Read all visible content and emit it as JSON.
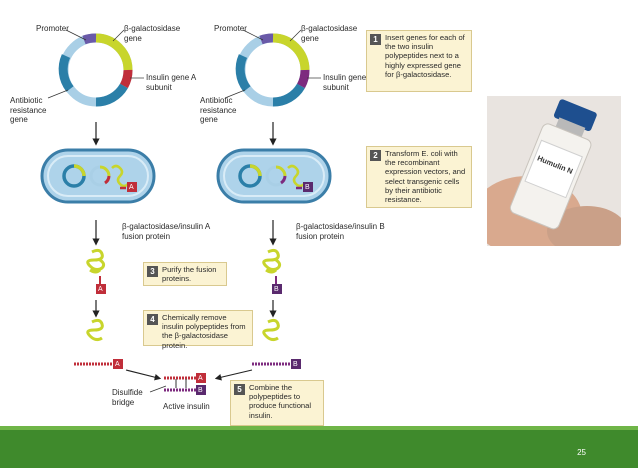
{
  "diagram": {
    "plasmid_a": {
      "promoter": "Promoter",
      "beta_gal_gene": "β-galactosidase gene",
      "insulin_gene": "Insulin gene A subunit",
      "antibiotic": "Antibiotic resistance gene"
    },
    "plasmid_b": {
      "promoter": "Promoter",
      "beta_gal_gene": "β-galactosidase gene",
      "insulin_gene": "Insulin gene B subunit",
      "antibiotic": "Antibiotic resistance gene"
    },
    "steps": [
      {
        "num": "1",
        "text": "Insert genes for each of the two insulin polypeptides next to a highly expressed gene for β-galactosidase."
      },
      {
        "num": "2",
        "text": "Transform E. coli with the recombinant expression vectors, and select transgenic cells by their antibiotic resistance."
      },
      {
        "num": "3",
        "text": "Purify the fusion proteins."
      },
      {
        "num": "4",
        "text": "Chemically remove insulin polypeptides from the β-galactosidase protein."
      },
      {
        "num": "5",
        "text": "Combine the polypeptides to produce functional insulin."
      }
    ],
    "fusion_a": "β-galactosidase/insulin A fusion protein",
    "fusion_b": "β-galactosidase/insulin B fusion protein",
    "tag_a": "A",
    "tag_b": "B",
    "disulfide": "Disulfide bridge",
    "active_insulin": "Active insulin",
    "colors": {
      "promoter": "#6a5aa8",
      "lacz": "#c8d52c",
      "ring_dark": "#2b7fa8",
      "ring_light": "#a9cfe6",
      "insulin_a": "#c02e3a",
      "insulin_b": "#7d2b7f",
      "cell_fill": "#aed3ea",
      "cell_border": "#3b7ea8",
      "step_box": "#fbf3d3"
    }
  },
  "vial": {
    "label_brand": "Humulin N"
  },
  "footer": {
    "page_number": "25"
  }
}
